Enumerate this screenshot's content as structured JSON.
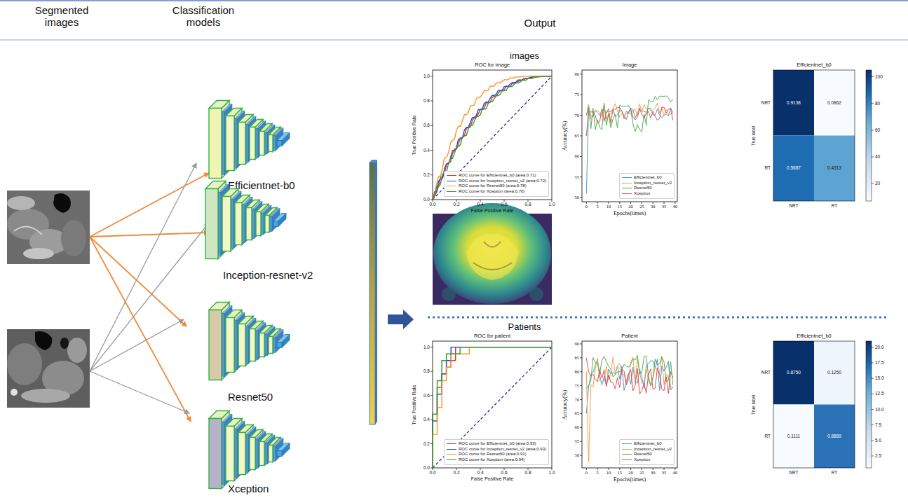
{
  "diagram": {
    "nodes": [
      {
        "text": [
          "Efficientnet-b0"
        ]
      },
      {
        "text": [
          "Inception-resnet-v2"
        ]
      },
      {
        "text": [
          "Resnet50"
        ]
      },
      {
        "text": [
          "Xception"
        ]
      }
    ],
    "labels": [
      "Segmented images",
      "Classification models",
      "Output",
      "images",
      "ROC for image",
      "True Positive Rate",
      "False Positive Rate",
      "0.0",
      "0.2",
      "0.4",
      "0.6",
      "0.8",
      "1.0",
      "0.0",
      "0.2",
      "0.4",
      "0.6",
      "0.8",
      "1.0",
      "Image",
      "Accuracy(%)",
      "Epochs(times)",
      "0",
      "5",
      "10",
      "15",
      "20",
      "25",
      "30",
      "35",
      "40",
      "50",
      "55",
      "60",
      "65",
      "70",
      "75",
      "80",
      "Efficientnet_b0",
      "True label",
      "NRT",
      "RT",
      "NRT",
      "RT",
      "0.9138",
      "0.0862",
      "0.5687",
      "0.4313",
      "20",
      "40",
      "60",
      "80",
      "100",
      "Patients",
      "ROC for patient",
      "True Positive Rate",
      "False Positive Rate",
      "0.0",
      "0.2",
      "0.4",
      "0.6",
      "0.8",
      "1.0",
      "0.0",
      "0.2",
      "0.4",
      "0.6",
      "0.8",
      "1.0",
      "Patient",
      "Accuracy(%)",
      "Epochs(times)",
      "0",
      "5",
      "10",
      "15",
      "20",
      "25",
      "30",
      "35",
      "40",
      "50",
      "55",
      "60",
      "65",
      "70",
      "75",
      "80",
      "85",
      "90",
      "Efficientnet_b0",
      "True label",
      "NRT",
      "RT",
      "NRT",
      "RT",
      "0.8750",
      "0.1250",
      "0.1111",
      "0.8889",
      "2.5",
      "5.0",
      "7.5",
      "10.0",
      "12.5",
      "15.0",
      "17.5",
      "20.0"
    ],
    "legend": [
      {
        "text": "ROC curve for Efficientnet_b0 (area:0.71)"
      },
      {
        "text": "ROC curve for Inception_resnet_v2 (area:0.72)"
      },
      {
        "text": "ROC curve for Resnet50 (area:0.78)"
      },
      {
        "text": "ROC curve for Xception (area:0.70)"
      },
      {
        "text": "Efficientnet_b0"
      },
      {
        "text": "Inception_resnet_v2"
      },
      {
        "text": "Resnet50"
      },
      {
        "text": "Xception"
      },
      {
        "text": "ROC curve for Efficientnet_b0 (area:0.93)"
      },
      {
        "text": "ROC curve for Inception_resnet_v2 (area:0.93)"
      },
      {
        "text": "ROC curve for Resnet50 (area:0.91)"
      },
      {
        "text": "ROC curve for Xception (area:0.94)"
      },
      {
        "text": "Efficientnet_b0"
      },
      {
        "text": "Inception_resnet_v2"
      },
      {
        "text": "Resnet50"
      },
      {
        "text": "Xception"
      }
    ]
  }
}
